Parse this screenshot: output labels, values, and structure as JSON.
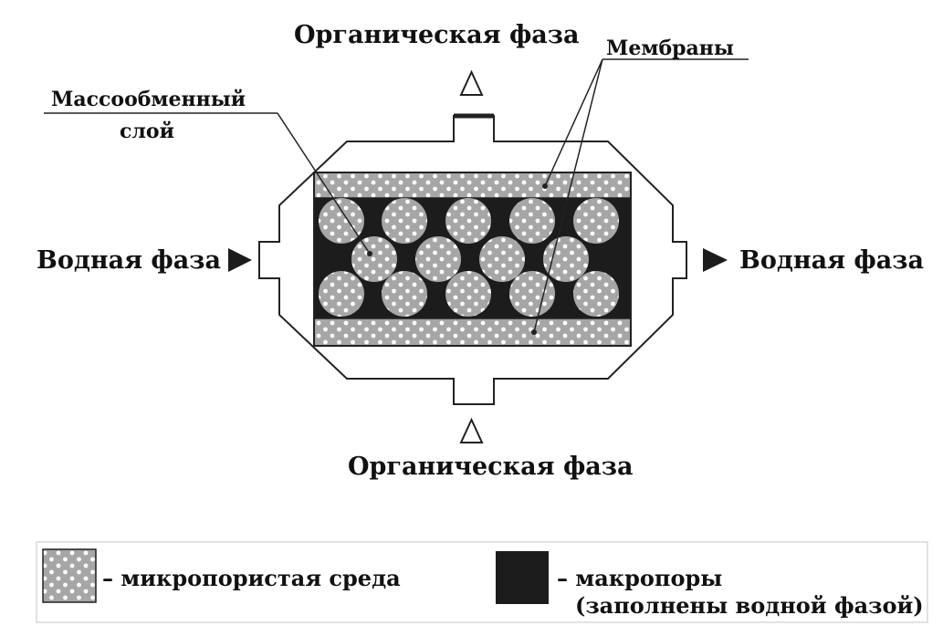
{
  "labels": {
    "organic_top": "Органическая фаза",
    "organic_bottom": "Органическая фаза",
    "aqueous_left": "Водная фаза",
    "aqueous_right": "Водная фаза",
    "membranes": "Мембраны",
    "mass_exchange_line1": "Массообменный",
    "mass_exchange_line2": "слой"
  },
  "legend": {
    "microporous": "– микропористая среда",
    "macropores_line1": "– макропоры",
    "macropores_line2": "(заполнены водной фазой)"
  },
  "colors": {
    "dark": "#1c1c1c",
    "gray": "#a6a6a6",
    "dot": "#ffffff",
    "line": "#222222"
  }
}
